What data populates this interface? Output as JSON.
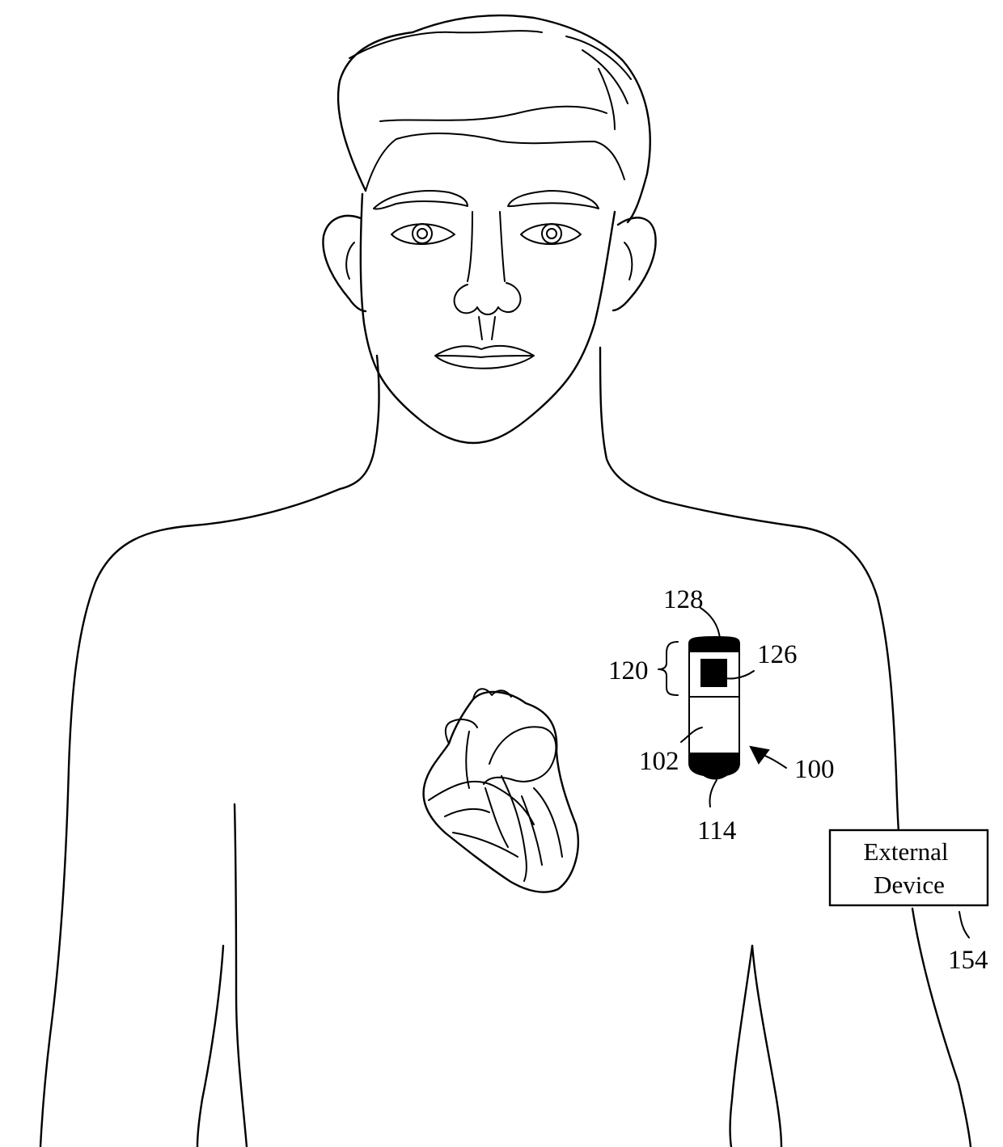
{
  "labels": {
    "ref_128": "128",
    "ref_126": "126",
    "ref_120": "120",
    "ref_102": "102",
    "ref_100": "100",
    "ref_114": "114",
    "ref_154": "154"
  },
  "external_device": {
    "line1": "External",
    "line2": "Device"
  }
}
